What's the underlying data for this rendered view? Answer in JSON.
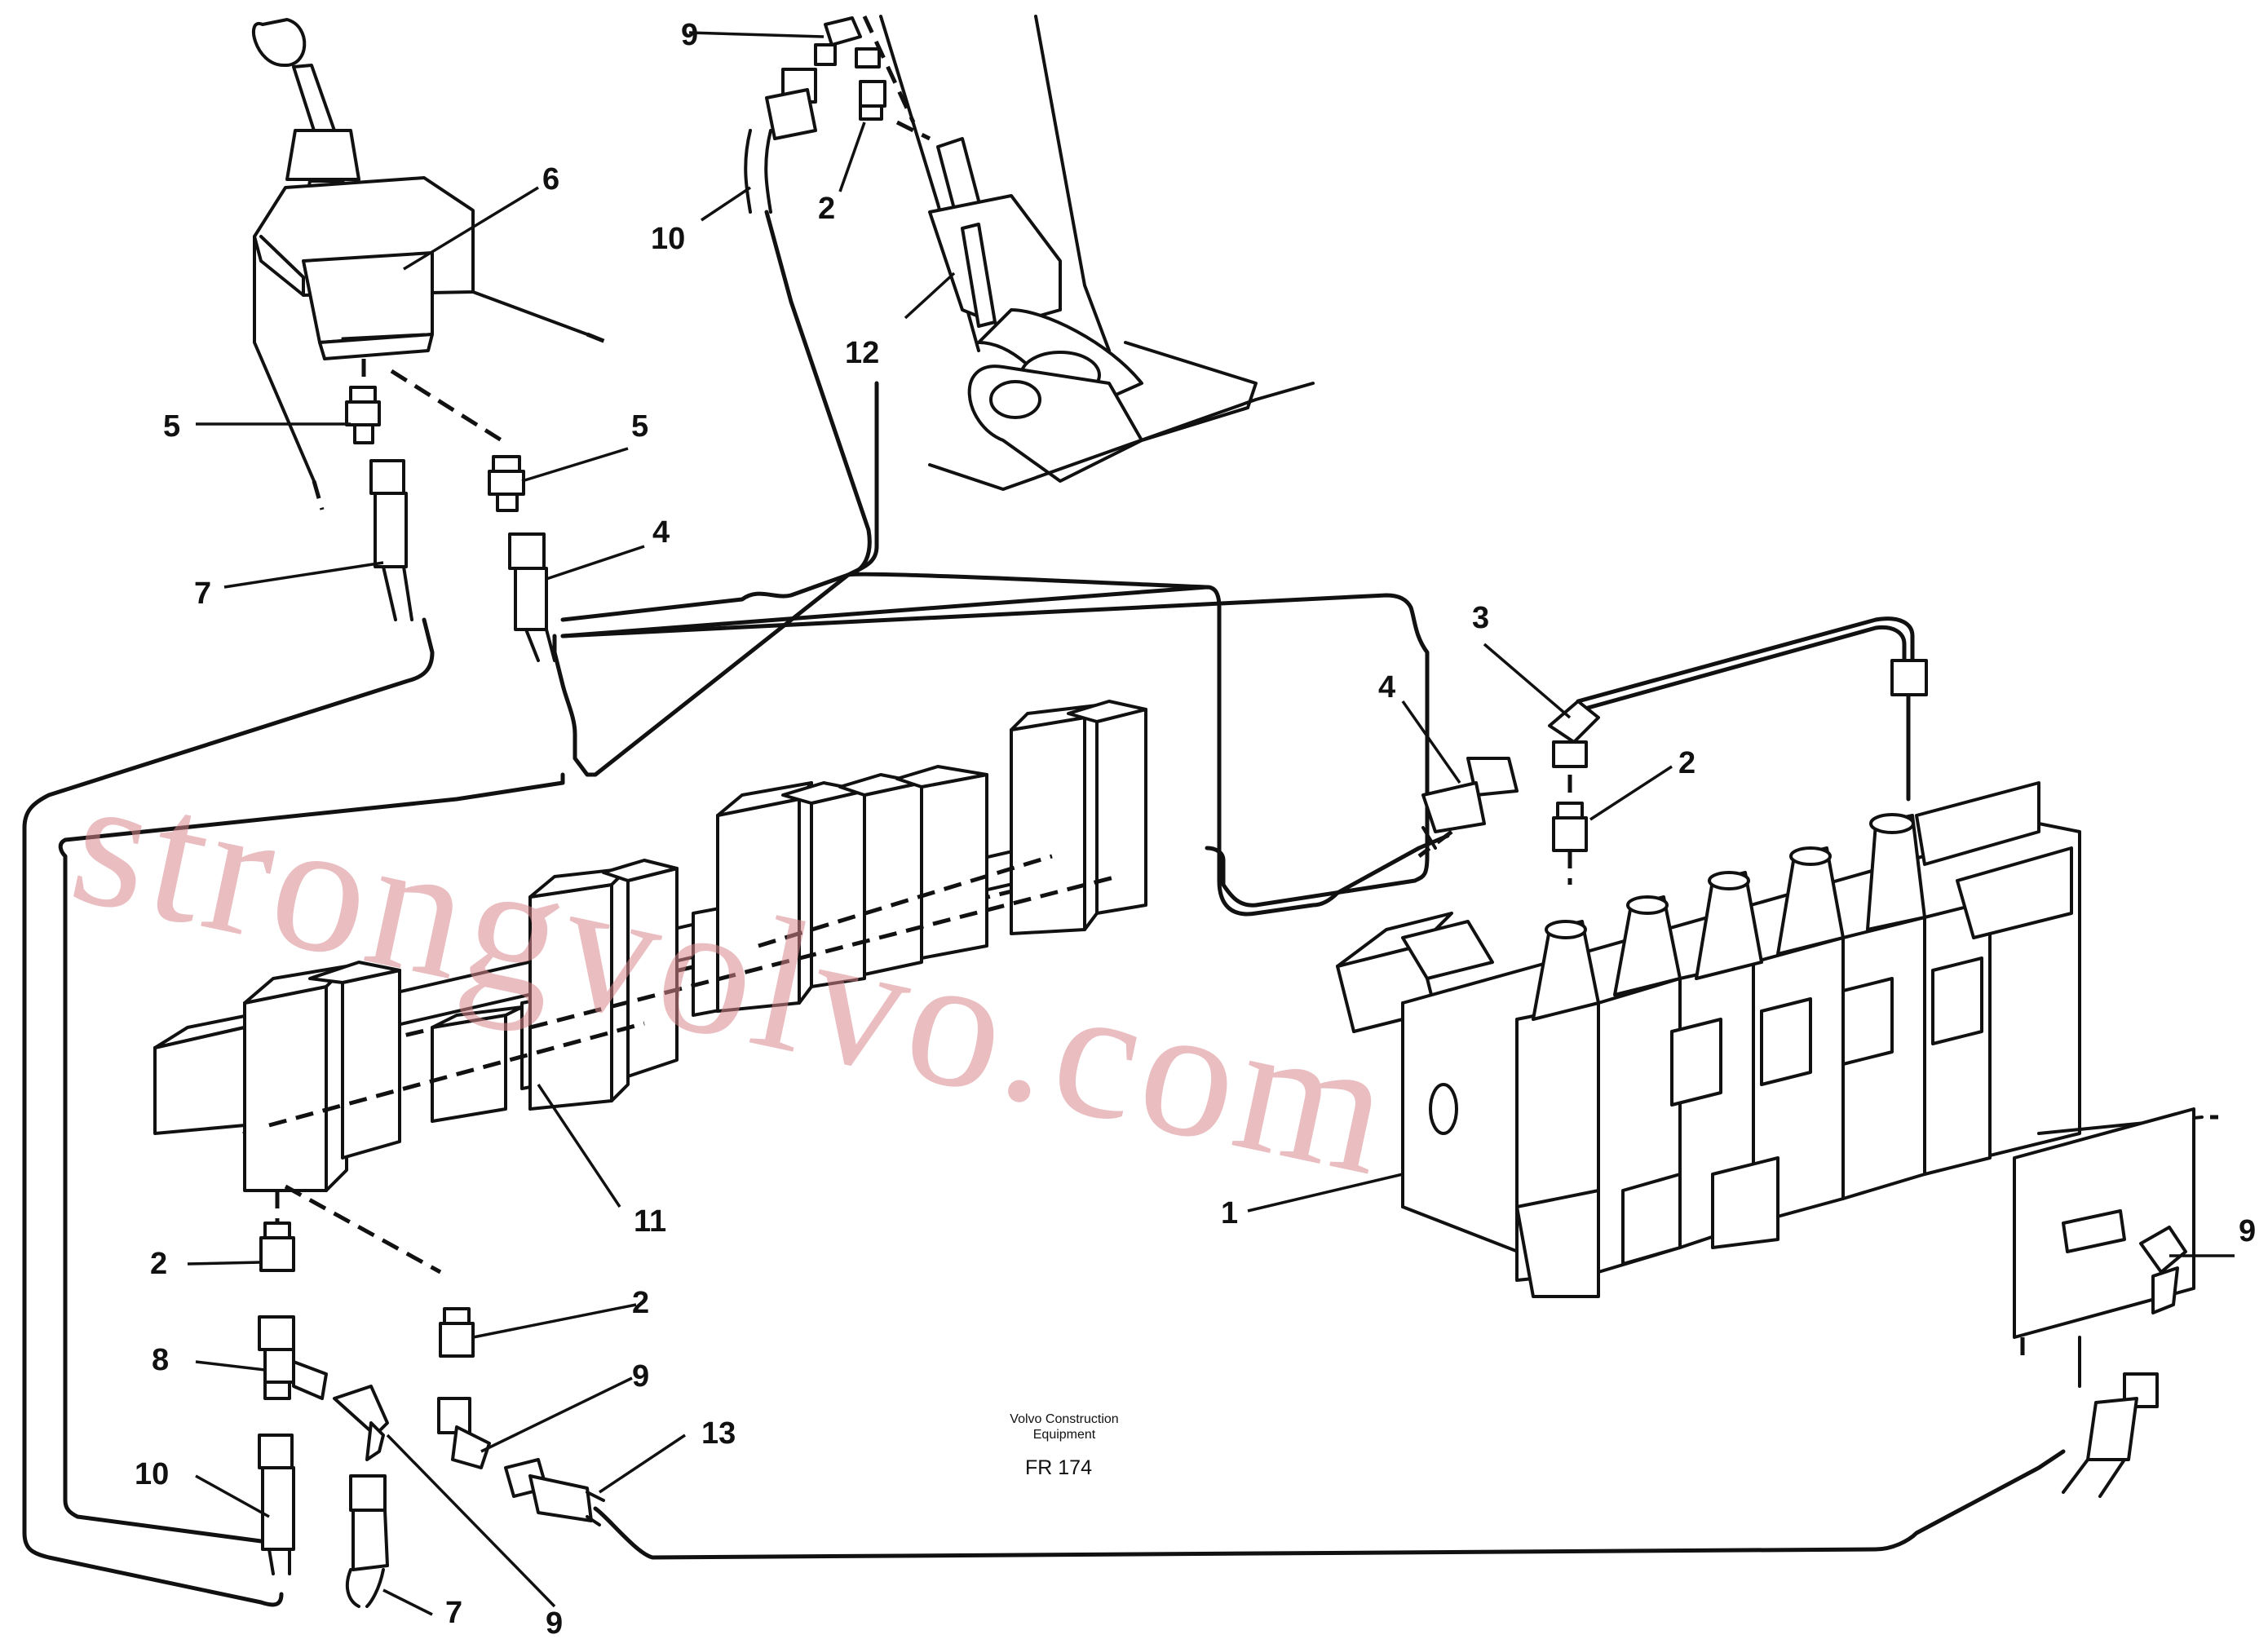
{
  "labels": {
    "l1": "1",
    "l2a": "2",
    "l2b": "2",
    "l2c": "2",
    "l2d": "2",
    "l3": "3",
    "l4a": "4",
    "l4b": "4",
    "l5a": "5",
    "l5b": "5",
    "l6": "6",
    "l7a": "7",
    "l7b": "7",
    "l8": "8",
    "l9a": "9",
    "l9b": "9",
    "l9c": "9",
    "l9d": "9",
    "l10a": "10",
    "l10b": "10",
    "l11": "11",
    "l12": "12",
    "l13": "13"
  },
  "maker": {
    "line1": "Volvo Construction",
    "line2": "Equipment"
  },
  "figure_code": "FR 174",
  "watermark": "strongvolvo.com"
}
